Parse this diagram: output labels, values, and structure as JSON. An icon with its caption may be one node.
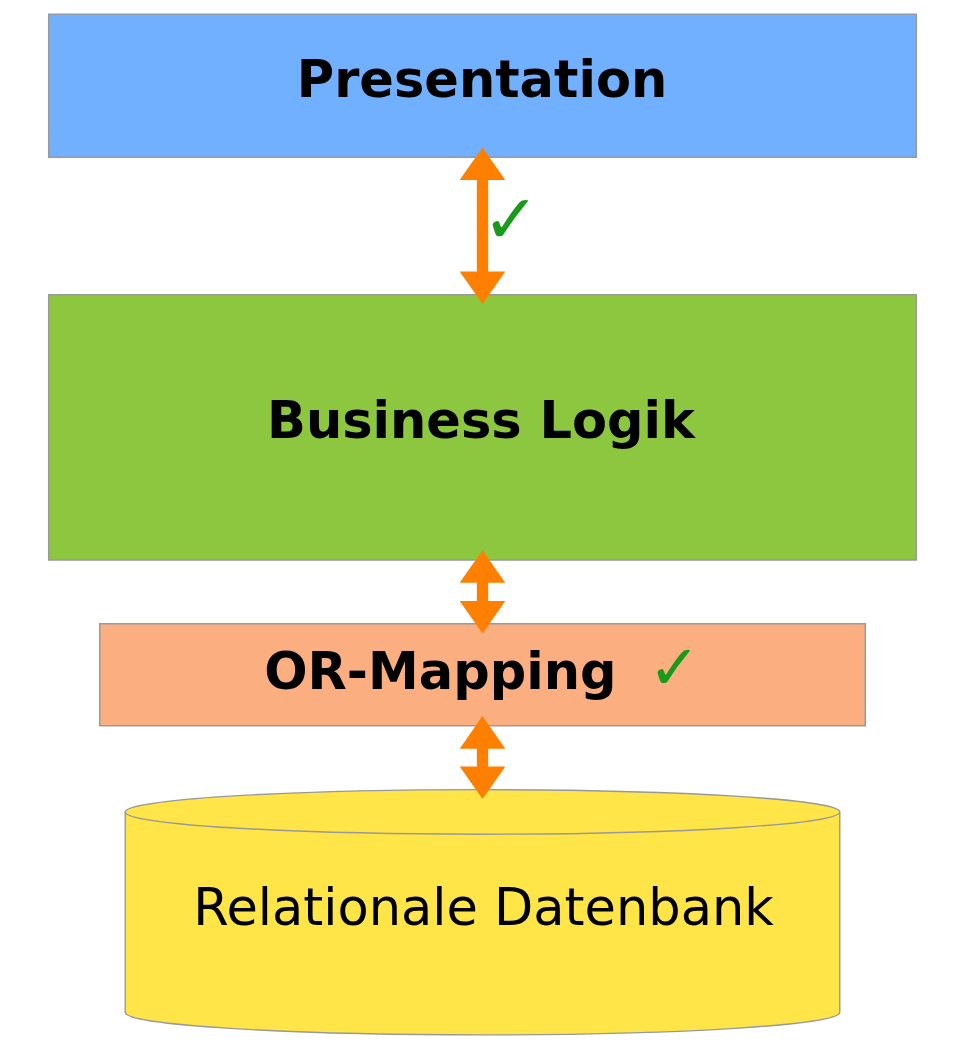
{
  "diagram": {
    "nodes": [
      {
        "text": [
          "Presentation"
        ]
      },
      {
        "text": [
          "Business Logik"
        ]
      },
      {
        "text": [
          "OR-Mapping",
          "✓"
        ]
      },
      {
        "text": [
          "Relationale Datenbank"
        ]
      }
    ],
    "edges": [
      {
        "from": 0,
        "to": 1,
        "arrow": "both",
        "label": "✓"
      },
      {
        "from": 1,
        "to": 2,
        "arrow": "both"
      },
      {
        "from": 2,
        "to": 3,
        "arrow": "both"
      }
    ]
  }
}
